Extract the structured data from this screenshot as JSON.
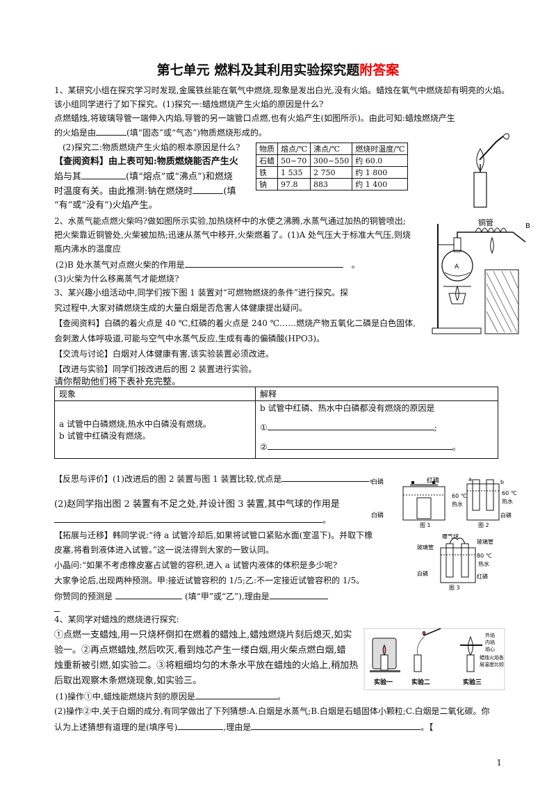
{
  "title_main": "第七单元      燃料及其利用实验探究题",
  "title_red": "附答案",
  "q1": {
    "l1": "1、某研究小组在探究学习时发现,金属铁丝能在氧气中燃烧,现象是发出白光,没有火焰。蜡烛在氧气中燃烧却有明亮的火焰。",
    "l2": "该小组同学进行了如下探究。(1)探究一:蜡烛燃烧产生火焰的原因是什么?",
    "l3": "点燃蜡烛,将玻璃导管一端伸入内焰,导管的另一端管口点燃,也有火焰产生(如图所示)。由此可知:蜡烛燃烧产生",
    "l4a": "的火焰是由",
    "l4b": "(填“固态”或“气态”)物质燃烧形成的。",
    "l5": "(2)探究二:物质燃烧产生火焰的根本原因是什么?",
    "l6": "【查阅资料】由上表可知:物质燃烧能否产生火",
    "l7a": "焰与其",
    "l7b": "(填“熔点”或“沸点”)和燃烧",
    "l8a": "时温度有关。由此推测:钠在燃烧时",
    "l8b": "(填",
    "l9": "“有”或“没有”)火焰产生。",
    "table": {
      "headers": [
        "物质",
        "熔点/℃",
        "沸点/℃",
        "燃烧时温度/℃"
      ],
      "rows": [
        [
          "石蜡",
          "50~70",
          "300~550",
          "约 60.0"
        ],
        [
          "铁",
          "1 535",
          "2 750",
          "约 1 800"
        ],
        [
          "钠",
          "97.8",
          "883",
          "约 1 400"
        ]
      ]
    }
  },
  "q2": {
    "l1": "2、水蒸气能点燃火柴吗?做如图所示实验,加热烧杯中的水使之沸腾,水蒸气通过加热的铜管喷出;",
    "l2": "把火柴靠近铜管处,火柴被加热;迅速从蒸气中移开,火柴燃着了。(1)A 处气压大于标准大气压,则烧",
    "l3": "瓶内沸水的温度应",
    "l4a": "(2)B 处水蒸气对点燃火柴的作用是",
    "l4b": "。",
    "l5": "(3)火柴为什么移离蒸气才能燃烧?",
    "fig_copper": "铜管",
    "fig_a": "A",
    "fig_b": "B"
  },
  "q3": {
    "l1": "3、某兴趣小组活动中,同学们按下图 1 装置对“可燃物燃烧的条件”进行探究。探",
    "l2": "究过程中,大家对磷燃烧生成的大量白烟是否危害人体健康提出疑问。",
    "l3": "【查阅资料】白磷的着火点是 40 ℃,红磷的着火点是 240 ℃……燃烧产物五氧化二磷是白色固体,",
    "l4": "会刺激人体呼吸道,可能与空气中水蒸气反应,生成有毒的偏磷酸(HPO3)。",
    "l5": "【交流与讨论】白烟对人体健康有害,该实验装置必须改进。",
    "l6": "【改进与实验】同学们按改进后的图 2 装置进行实验。",
    "l7": "请你帮助他们将下表补充完整。",
    "table": {
      "h_obs": "现象",
      "h_exp": "解释",
      "obs_a": "a 试管中白磷燃烧,热水中白磷没有燃烧。",
      "obs_b": "b 试管中红磷没有燃烧。",
      "exp_head": "b 试管中红磷、热水中白磷都没有燃烧的原因是",
      "exp_1": "①",
      "exp_1_end": ";",
      "exp_2": "②",
      "exp_2_end": "。"
    },
    "r1a": "【反思与评价】(1)改进后的图 2 装置与图 1 装置比较,优点是",
    "r1b": "。",
    "r2a": "(2)赵同学指出图 2 装置有不足之处,并设计图 3 装置,其中气球的作用是",
    "r2c": "。",
    "e1": "【拓展与迁移】韩同学说:“待 a 试管冷却后,如果将试管口紧贴水面(室温下)。并取下橡",
    "e2": "皮塞,将看到液体进入试管。”这一说法得到大家的一致认同。",
    "e3": "小晶问:“如果不考虑橡皮塞占试管的容积,进入 a 试管内液体的体积是多少呢?",
    "e4": "大家争论后,出现两种预测。甲:接近试管容积的 1/5;乙:不一定接近试管容积的 1/5。",
    "e5a": "你赞同的预测是",
    "e5b": "(填“甲”或“乙”),理由是",
    "fig": {
      "f1_white": "白磷",
      "f1_red": "红磷",
      "f1_temp": "60 ℃",
      "f1_water": "热水",
      "f1_white2": "白磷",
      "f1_cap": "图 1",
      "f2_a": "a",
      "f2_b": "b",
      "f2_temp": "60 ℃",
      "f2_water": "热水",
      "f2_white": "白磷",
      "f2_cap": "图 2",
      "f3_balloon": "瘪气球",
      "f3_tube1": "玻璃管",
      "f3_tube2": "玻璃管",
      "f3_temp": "80 ℃",
      "f3_water": "热水",
      "f3_white": "白磷",
      "f3_red": "红磷",
      "f3_cap": "图 3"
    }
  },
  "q4": {
    "l1": "4、某同学对蜡烛的燃烧进行探究:",
    "l2": "①点燃一支蜡烛,用一只烧杯倒扣在燃着的蜡烛上,蜡烛燃烧片刻后熄灭,如实",
    "l3": "验一。②再点燃蜡烛,然后吹灭,看到烛芯产生一缕白烟,用火柴点燃白烟,蜡",
    "l4": "烛重新被引燃,如实验二。③将粗细均匀的木条水平放在蜡烛的火焰上,稍加热",
    "l5": "后取出观察木条燃烧现象,如实验三。",
    "l6a": "(1)操作①中,蜡烛能燃烧片刻的原因是",
    "l6b": "。",
    "l7": "(2)操作②中,关于白烟的成分,有同学做出了下列猜想:A.白烟是水蒸气;B.白烟是石蜡固体小颗粒;C.白烟是二氧化碳。你",
    "l8a": "认为上述猜想有道理的是(填序号)",
    "l8b": ",理由是",
    "l8c": "。【",
    "fig": {
      "exp1": "实验一",
      "exp2": "实验二",
      "exp3": "实验三",
      "outer": "外焰",
      "inner": "内焰",
      "core": "焰心",
      "stick": "蜡烛火焰各",
      "stick2": "层温度比较"
    }
  },
  "page_number": "1"
}
